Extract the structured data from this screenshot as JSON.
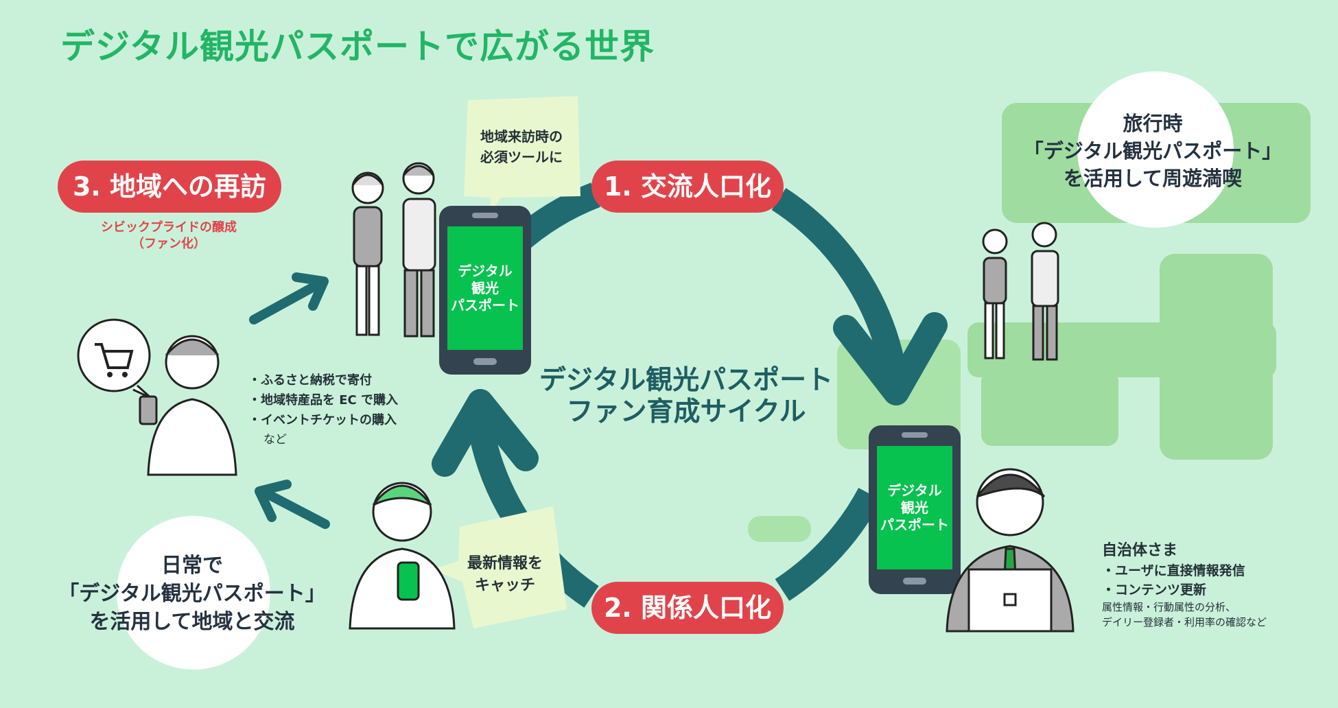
{
  "title": "デジタル観光パスポートで広がる世界",
  "center": {
    "line1": "デジタル観光パスポート",
    "line2": "ファン育成サイクル"
  },
  "steps": {
    "step1": "1. 交流人口化",
    "step2": "2. 関係人口化",
    "step3": "3. 地域への再訪",
    "step3_sub1": "シビックプライドの醸成",
    "step3_sub2": "（ファン化）"
  },
  "travel": {
    "line1": "旅行時",
    "line2": "「デジタル観光パスポート」",
    "line3": "を活用して周遊満喫"
  },
  "daily": {
    "line1": "日常で",
    "line2": "「デジタル観光パスポート」",
    "line3": "を活用して地域と交流"
  },
  "phone": {
    "line1": "デジタル",
    "line2": "観光",
    "line3": "パスポート"
  },
  "bubble_top": {
    "line1": "地域来訪時の",
    "line2": "必須ツールに"
  },
  "bubble_bottom": {
    "line1": "最新情報を",
    "line2": "キャッチ"
  },
  "support": {
    "items": [
      "・ふるさと納税で寄付",
      "・地域特産品を EC で購入",
      "・イベントチケットの購入"
    ],
    "etc": "など"
  },
  "municipality": {
    "heading": "自治体さま",
    "items": [
      "・ユーザに直接情報発信",
      "・コンテンツ更新"
    ],
    "detail1": "属性情報・行動属性の分析、",
    "detail2": "デイリー登録者・利用率の確認など"
  },
  "colors": {
    "background": "#c9f1da",
    "accent_green": "#22b565",
    "red": "#e0444a",
    "cycle": "#1f6b70",
    "phone_screen": "#07c24f",
    "phone_body": "#33434f"
  },
  "icons": [
    "cart-icon",
    "smartphone-icon",
    "laptop-icon",
    "tie-icon"
  ]
}
